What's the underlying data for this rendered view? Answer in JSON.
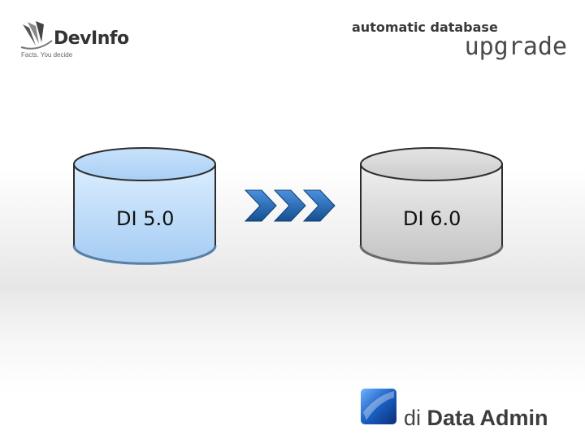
{
  "logo": {
    "name": "DevInfo",
    "tagline": "Facts. You decide"
  },
  "title": {
    "line1": "automatic database",
    "line2": "upgrade"
  },
  "source_db": {
    "label": "DI 5.0"
  },
  "target_db": {
    "label": "DI 6.0"
  },
  "brand": {
    "prefix": "di",
    "name": "Data Admin"
  },
  "colors": {
    "source": "#a9d0f5",
    "target": "#c8c8c8",
    "arrow": "#1f63b5"
  }
}
